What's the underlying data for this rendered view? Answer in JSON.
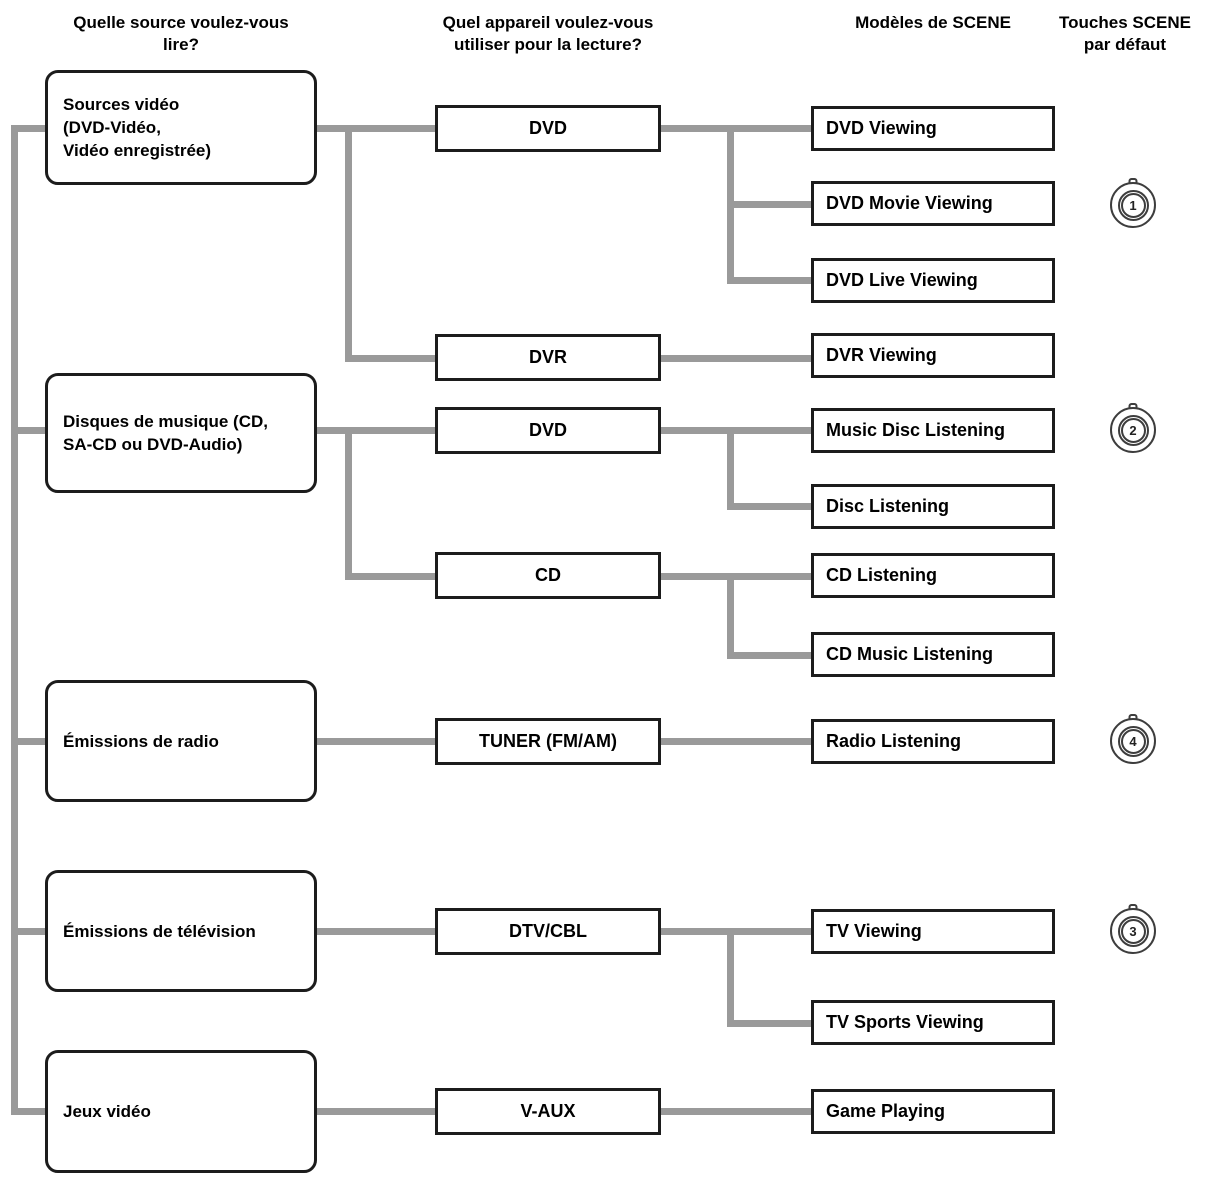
{
  "headers": {
    "col1": "Quelle source voulez-vous\nlire?",
    "col2": "Quel appareil voulez-vous\nutiliser pour la lecture?",
    "col3": "Modèles de SCENE",
    "col4": "Touches SCENE\npar défaut"
  },
  "tree": [
    {
      "source": "Sources vidéo\n(DVD-Vidéo,\nVidéo enregistrée)",
      "devices": [
        {
          "label": "DVD",
          "scenes": [
            "DVD Viewing",
            "DVD Movie Viewing",
            "DVD Live Viewing"
          ]
        },
        {
          "label": "DVR",
          "scenes": [
            "DVR Viewing"
          ]
        }
      ]
    },
    {
      "source": "Disques de musique (CD,\nSA-CD ou DVD-Audio)",
      "devices": [
        {
          "label": "DVD",
          "scenes": [
            "Music Disc Listening",
            "Disc Listening"
          ]
        },
        {
          "label": "CD",
          "scenes": [
            "CD Listening",
            "CD Music Listening"
          ]
        }
      ]
    },
    {
      "source": "Émissions de radio",
      "devices": [
        {
          "label": "TUNER (FM/AM)",
          "scenes": [
            "Radio Listening"
          ]
        }
      ]
    },
    {
      "source": "Émissions de télévision",
      "devices": [
        {
          "label": "DTV/CBL",
          "scenes": [
            "TV Viewing",
            "TV Sports Viewing"
          ]
        }
      ]
    },
    {
      "source": "Jeux vidéo",
      "devices": [
        {
          "label": "V-AUX",
          "scenes": [
            "Game Playing"
          ]
        }
      ]
    }
  ],
  "scene_buttons": [
    {
      "number": "1",
      "assigned_scene": "DVD Movie Viewing"
    },
    {
      "number": "2",
      "assigned_scene": "Music Disc Listening"
    },
    {
      "number": "4",
      "assigned_scene": "Radio Listening"
    },
    {
      "number": "3",
      "assigned_scene": "TV Viewing"
    }
  ],
  "colors": {
    "connector": "#9a9a9a",
    "box_border": "#1c1c1c",
    "text": "#000000",
    "background": "#ffffff"
  }
}
